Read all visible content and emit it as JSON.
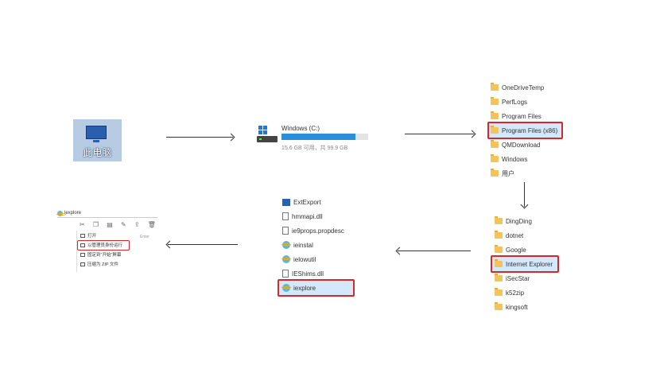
{
  "step1": {
    "label": "此电脑"
  },
  "drive": {
    "name": "Windows (C:)",
    "free_info": "15.6 GB 可用，共 99.9 GB",
    "used_fraction": 0.85
  },
  "c_folders": [
    "OneDriveTemp",
    "PerfLogs",
    "Program Files",
    "Program Files (x86)",
    "QMDownload",
    "Windows",
    "用户"
  ],
  "x86_folders": [
    "DingDing",
    "dotnet",
    "Google",
    "Internet Explorer",
    "iSecStar",
    "k52zip",
    "kingsoft"
  ],
  "ie_files": [
    {
      "name": "ExtExport",
      "icon": "app-icon"
    },
    {
      "name": "hmmapi.dll",
      "icon": "dll-icon"
    },
    {
      "name": "ie9props.propdesc",
      "icon": "file-icon"
    },
    {
      "name": "ieinstal",
      "icon": "ie-icon"
    },
    {
      "name": "ielowutil",
      "icon": "ie-icon"
    },
    {
      "name": "IEShims.dll",
      "icon": "dll-icon"
    },
    {
      "name": "iexplore",
      "icon": "ie-icon"
    }
  ],
  "context_menu": {
    "title": "iexplore",
    "items": [
      "打开",
      "以管理员身份运行",
      "固定到\"开始\"屏幕",
      "压缩为 ZIP 文件"
    ],
    "open_shortcut": "Enter"
  },
  "colors": {
    "highlight_border": "#d62828",
    "selection_bg": "#d4e8fb",
    "progress": "#2a8fd8"
  }
}
